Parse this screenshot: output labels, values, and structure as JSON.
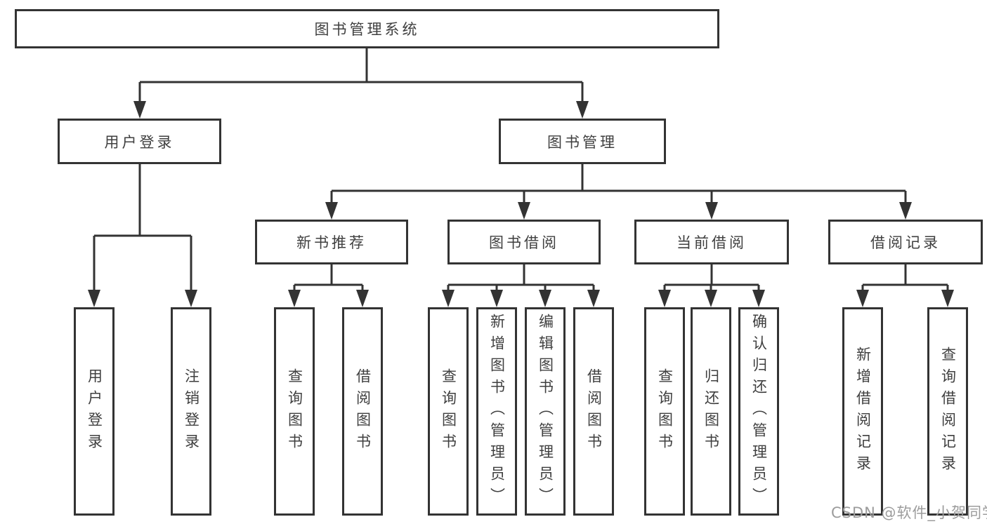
{
  "title": "图书管理系统",
  "watermark": "CSDN @软件_小贺同学",
  "colors": {
    "line": "#333333",
    "box_border": "#333333",
    "text": "#3f3f3f",
    "watermark": "#9c9c9c",
    "background": "#ffffff"
  },
  "nodes": {
    "root": {
      "label": "图书管理系统",
      "children": [
        "user_login",
        "book_mgmt"
      ]
    },
    "user_login": {
      "label": "用户登录",
      "children": [
        "login",
        "logout"
      ]
    },
    "book_mgmt": {
      "label": "图书管理",
      "children": [
        "new_books",
        "book_borrow",
        "current_borrow",
        "borrow_records"
      ]
    },
    "new_books": {
      "label": "新书推荐",
      "children": [
        "nb_query",
        "nb_borrow"
      ]
    },
    "book_borrow": {
      "label": "图书借阅",
      "children": [
        "bb_query",
        "bb_add",
        "bb_edit",
        "bb_borrow"
      ]
    },
    "current_borrow": {
      "label": "当前借阅",
      "children": [
        "cb_query",
        "cb_return",
        "cb_confirm"
      ]
    },
    "borrow_records": {
      "label": "借阅记录",
      "children": [
        "br_add",
        "br_query"
      ]
    },
    "login": {
      "label": "用户登录"
    },
    "logout": {
      "label": "注销登录"
    },
    "nb_query": {
      "label": "查询图书"
    },
    "nb_borrow": {
      "label": "借阅图书"
    },
    "bb_query": {
      "label": "查询图书"
    },
    "bb_add": {
      "label": "新增图书（管理员）"
    },
    "bb_edit": {
      "label": "编辑图书（管理员）"
    },
    "bb_borrow": {
      "label": "借阅图书"
    },
    "cb_query": {
      "label": "查询图书"
    },
    "cb_return": {
      "label": "归还图书"
    },
    "cb_confirm": {
      "label": "确认归还（管理员）"
    },
    "br_add": {
      "label": "新增借阅记录"
    },
    "br_query": {
      "label": "查询借阅记录"
    }
  }
}
